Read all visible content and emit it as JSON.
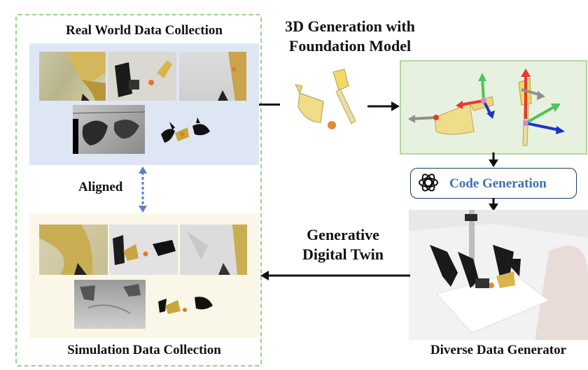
{
  "left_panel": {
    "real_title": "Real World Data Collection",
    "aligned_label": "Aligned",
    "sim_title": "Simulation Data Collection"
  },
  "center": {
    "foundation_title_line1": "3D Generation with",
    "foundation_title_line2": "Foundation Model",
    "twin_label_line1": "Generative",
    "twin_label_line2": "Digital Twin"
  },
  "right": {
    "code_label": "Code Generation",
    "generator_title": "Diverse Data Generator"
  },
  "colors": {
    "dashed_border": "#9ccf8f",
    "real_panel_bg": "#dfe6f3",
    "sim_panel_bg": "#fbf7e8",
    "code_text": "#3f6fb0",
    "aligned_arrow": "#5b7ec9",
    "axis_red": "#e53b2c",
    "axis_green": "#4fc35a",
    "axis_blue": "#1f33c4",
    "axis_gray": "#8f8f8f"
  },
  "icons": [
    "openai-logo-icon",
    "dustpan-icon",
    "brush-icon",
    "ball-icon",
    "robot-arm-icon"
  ]
}
